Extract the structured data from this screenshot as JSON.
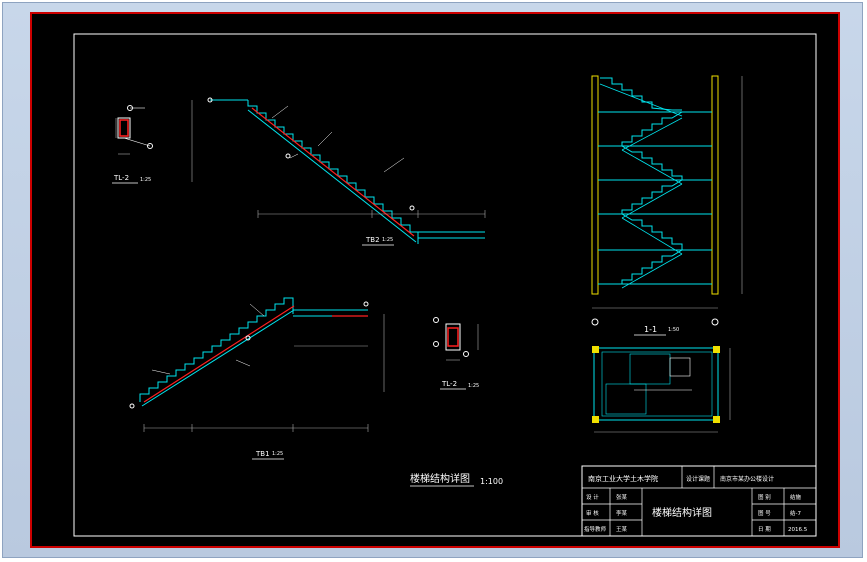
{
  "title_main": "楼梯结构详图",
  "title_scale": "1:100",
  "labels": {
    "tl2_top": "TL-2",
    "tl2_top_scale": "1:25",
    "tl2_right": "TL-2",
    "tl2_right_scale": "1:25",
    "tb2": "TB2",
    "tb2_scale": "1:25",
    "tb1": "TB1",
    "tb1_scale": "1:25",
    "section": "1-1",
    "section_scale": "1:50"
  },
  "title_block": {
    "school": "南京工业大学土木学院",
    "design_type": "设计课题",
    "project": "南京市某办公楼设计",
    "row_labels": [
      "设 计",
      "审 核",
      "指导教师"
    ],
    "row_values": [
      "张某",
      "李某",
      "王某"
    ],
    "drawing_name": "楼梯结构详图",
    "right_labels": [
      "图 别",
      "图 号",
      "日 期"
    ],
    "right_values": [
      "结施",
      "结-7",
      "2016.5"
    ]
  },
  "colors": {
    "frame": "#cc0000",
    "line": "#ffffff",
    "stair": "#00e5ee",
    "rebar": "#ff2020",
    "column": "#f0e000",
    "dim": "#c0c0c0"
  }
}
